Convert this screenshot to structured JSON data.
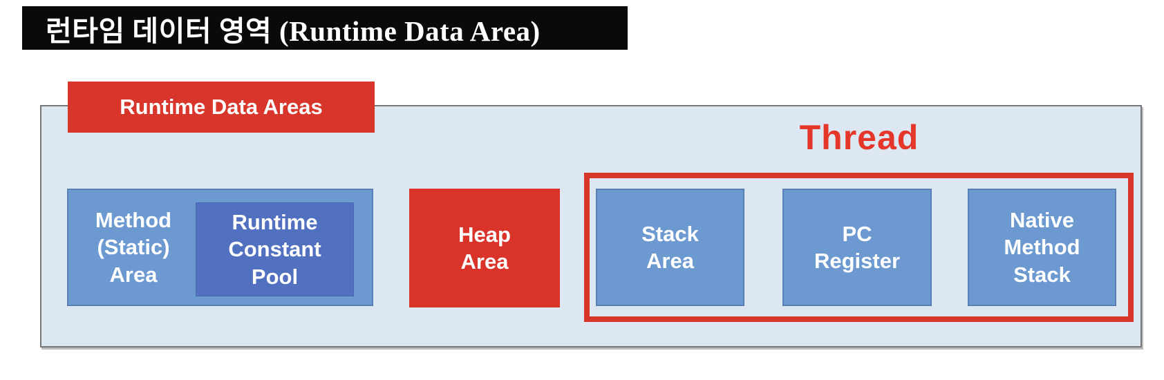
{
  "title": {
    "text": "런타임 데이터 영역 (Runtime Data Area)"
  },
  "diagram": {
    "container_label": "Runtime Data Areas",
    "thread_label": "Thread",
    "boxes": {
      "method_area": {
        "text": "Method\n(Static)\nArea"
      },
      "runtime_constant_pool": {
        "text": "Runtime\nConstant\nPool"
      },
      "heap_area": {
        "text": "Heap\nArea"
      },
      "stack_area": {
        "text": "Stack\nArea"
      },
      "pc_register": {
        "text": "PC\nRegister"
      },
      "native_method_stack": {
        "text": "Native\nMethod\nStack"
      }
    },
    "colors": {
      "title_bg": "#0a0a0a",
      "container_bg": "#dde7f2",
      "container_border": "#767676",
      "red_accent": "#d8362b",
      "thread_text_red": "#e5362a",
      "node_blue": "#6c99d0",
      "node_blue_border": "#567fb4",
      "constant_pool_blue": "#5170c0",
      "text_white": "#ffffff"
    }
  }
}
